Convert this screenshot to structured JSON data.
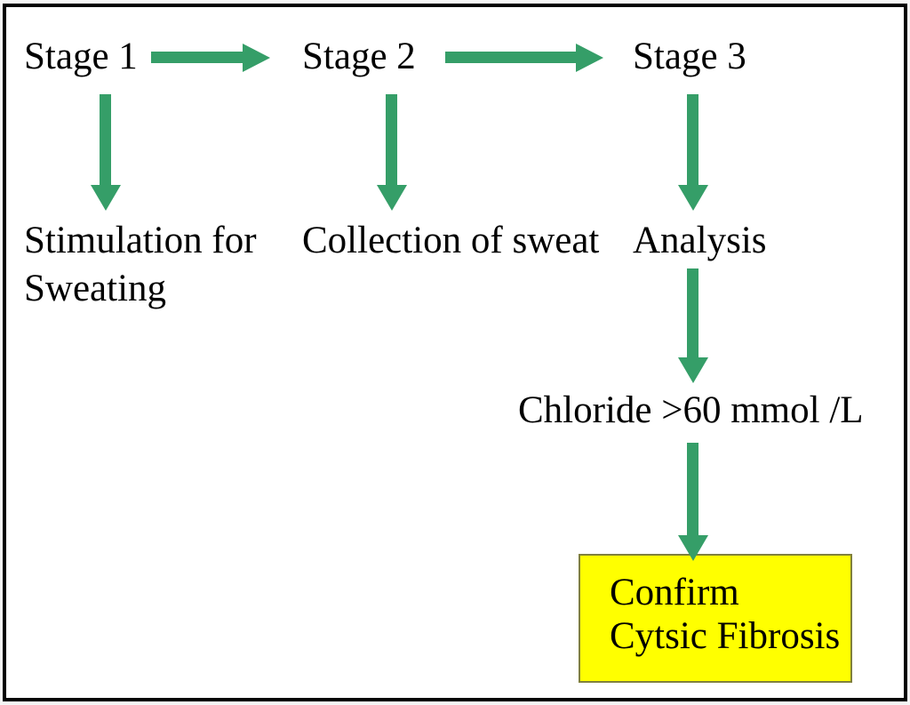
{
  "colors": {
    "arrow_green": "#359e68",
    "result_fill": "#ffff00",
    "result_border": "#80803c",
    "frame_border": "#000000"
  },
  "flowchart": {
    "stage1": {
      "title": "Stage 1",
      "step": "Stimulation for Sweating"
    },
    "stage2": {
      "title": "Stage 2",
      "step": "Collection of sweat"
    },
    "stage3": {
      "title": "Stage 3",
      "step": "Analysis"
    },
    "threshold": "Chloride >60 mmol /L",
    "result": {
      "line1": "Confirm",
      "line2": "Cytsic Fibrosis"
    }
  }
}
